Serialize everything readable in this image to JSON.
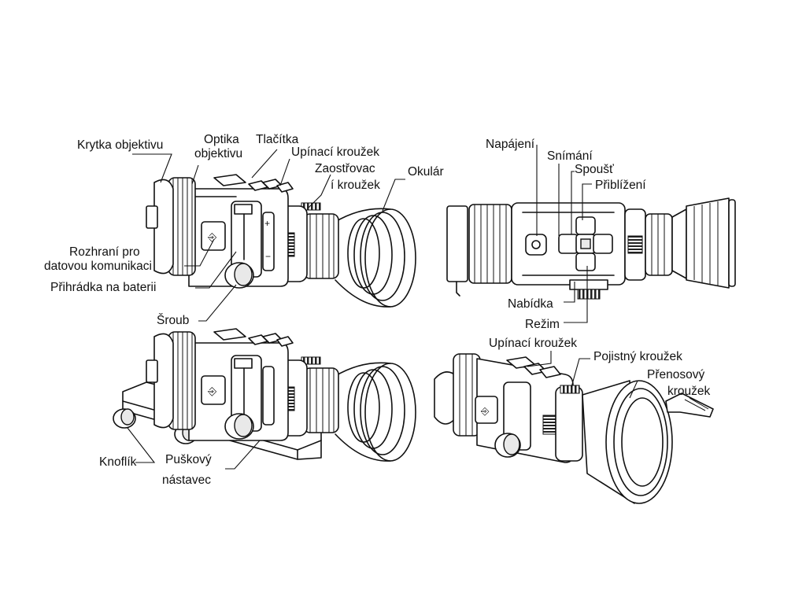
{
  "labels": {
    "lens_cap": "Krytka objektivu",
    "objective_1": "Optika",
    "objective_2": "objektivu",
    "buttons": "Tlačítka",
    "mount_ring_top": "Upínací kroužek",
    "focus_ring_1": "Zaostřovac",
    "focus_ring_2": "í kroužek",
    "eyepiece": "Okulár",
    "data_interface_1": "Rozhraní pro",
    "data_interface_2": "datovou komunikaci",
    "battery_compartment": "Přihrádka na baterii",
    "screw": "Šroub",
    "power": "Napájení",
    "capture": "Snímání",
    "shutter": "Spoušť",
    "zoom": "Přiblížení",
    "menu": "Nabídka",
    "mode": "Režim",
    "mount_ring_bottom": "Upínací kroužek",
    "locking_ring": "Pojistný kroužek",
    "transfer_ring_1": "Přenosový",
    "transfer_ring_2": "kroužek",
    "knob": "Knoflík",
    "rifle_mount_1": "Puškový",
    "rifle_mount_2": "nástavec"
  }
}
